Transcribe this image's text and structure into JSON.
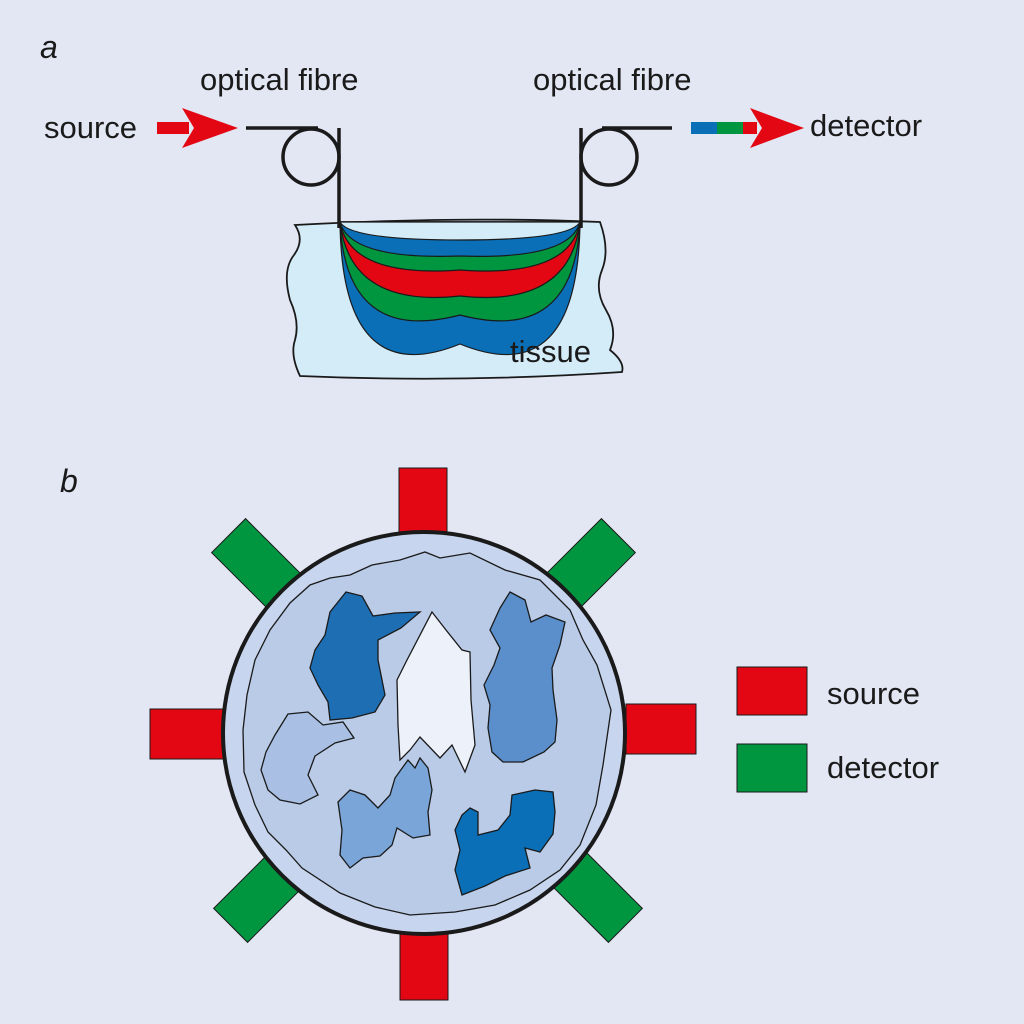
{
  "panel_a": {
    "letter": "a",
    "fibre_left_label": "optical fibre",
    "fibre_right_label": "optical fibre",
    "source_label": "source",
    "detector_label": "detector",
    "tissue_label": "tissue"
  },
  "panel_b": {
    "letter": "b",
    "legend": {
      "source_label": "source",
      "detector_label": "detector"
    }
  },
  "colors": {
    "background": "#e3e7f4",
    "red": "#e30613",
    "green": "#009640",
    "blue": "#0a6fb7",
    "tissue": "#d4ebf8",
    "circle_fill": "#c7d6ee",
    "region_light": "#b4c8e6",
    "region_mid": "#6a9bd2",
    "region_dark": "#1e6eb4",
    "region_white": "#edf1fa"
  },
  "icons": [
    "arrow-right-icon",
    "fibre-loop-icon"
  ]
}
